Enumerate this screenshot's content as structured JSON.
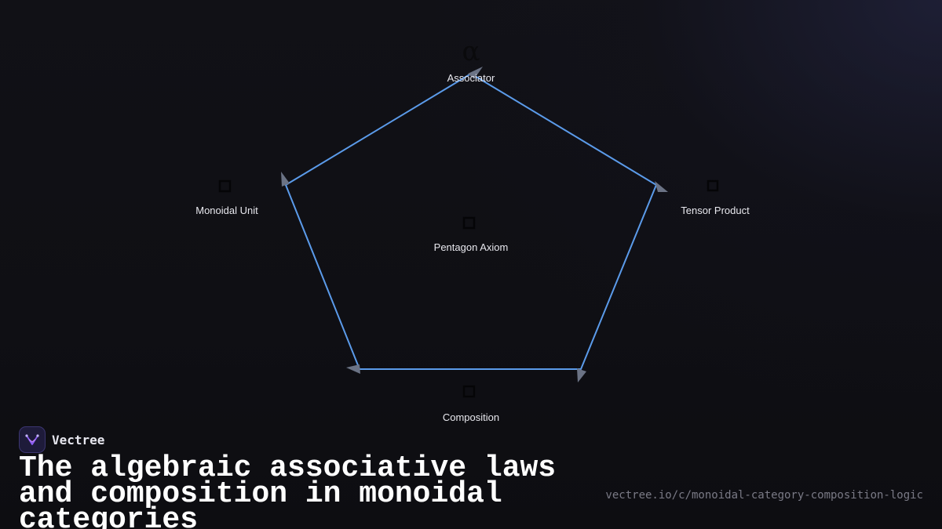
{
  "diagram": {
    "center_label": "Pentagon Axiom",
    "nodes": [
      {
        "id": "associator",
        "label": "Associator",
        "glyph": "α",
        "icon": "alpha-icon"
      },
      {
        "id": "tensor-product",
        "label": "Tensor Product",
        "icon": "square-icon"
      },
      {
        "id": "composition",
        "label": "Composition",
        "icon": "square-icon"
      },
      {
        "id": "monoidal-unit",
        "label": "Monoidal Unit",
        "icon": "square-icon"
      }
    ],
    "edge_color": "#5b9bea",
    "arrow_color": "#6b7385"
  },
  "brand": {
    "name": "Vectree",
    "logo_icon": "vectree-logo-icon",
    "logo_color": "#8b5cf6"
  },
  "title": "The algebraic associative laws and composition in monoidal categories",
  "url": "vectree.io/c/monoidal-category-composition-logic"
}
